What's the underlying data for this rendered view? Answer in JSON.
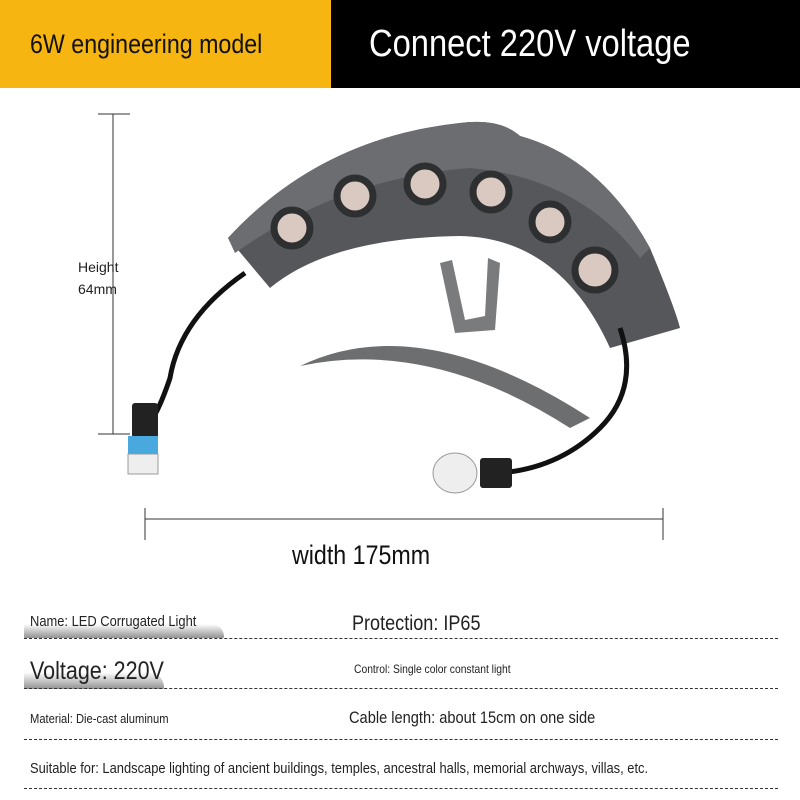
{
  "header": {
    "model": "6W engineering model",
    "voltage_title": "Connect 220V voltage"
  },
  "colors": {
    "accent": "#f6b511",
    "dark": "#000000"
  },
  "dimensions": {
    "height_label": "Height",
    "height_value": "64mm",
    "width_label": "width 175mm"
  },
  "specs": {
    "name": "Name: LED Corrugated Light",
    "protection": "Protection: IP65",
    "voltage": "Voltage: 220V",
    "control": "Control: Single color constant light",
    "material": "Material: Die-cast aluminum",
    "cable": "Cable length: about 15cm on one side",
    "suitable": "Suitable for: Landscape lighting of ancient buildings, temples, ancestral halls, memorial archways, villas, etc."
  }
}
